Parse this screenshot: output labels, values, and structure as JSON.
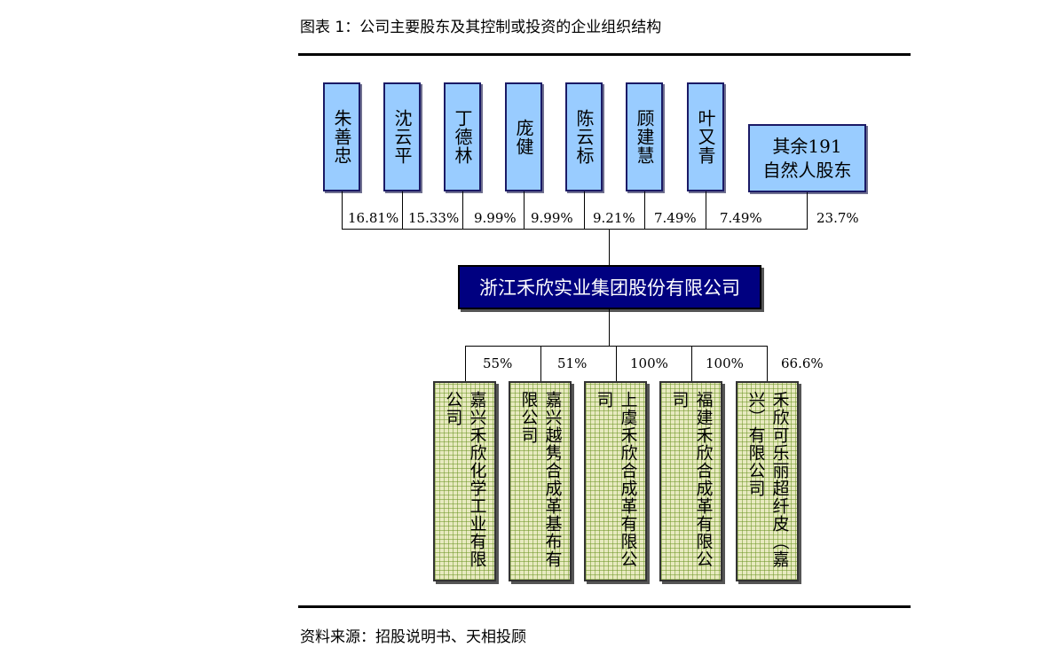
{
  "title": "图表 1：公司主要股东及其控制或投资的企业组织结构",
  "source": "资料来源：招股说明书、天相投顾",
  "shareholders": [
    {
      "name": "朱善忠",
      "pct": "16.81%"
    },
    {
      "name": "沈云平",
      "pct": "15.33%"
    },
    {
      "name": "丁德林",
      "pct": "9.99%"
    },
    {
      "name": "庞健",
      "pct": "9.99%"
    },
    {
      "name": "陈云标",
      "pct": "9.21%"
    },
    {
      "name": "顾建慧",
      "pct": "7.49%"
    },
    {
      "name": "叶又青",
      "pct": "7.49%"
    }
  ],
  "others": {
    "line1": "其余191",
    "line2": "自然人股东",
    "pct": "23.7%"
  },
  "company": "浙江禾欣实业集团股份有限公司",
  "subsidiaries": [
    {
      "name": "嘉兴禾欣化学工业有限公司",
      "pct": "55%"
    },
    {
      "name": "嘉兴越隽合成革基布有限公司",
      "pct": "51%"
    },
    {
      "name": "上虞禾欣合成革有限公司",
      "pct": "100%"
    },
    {
      "name": "福建禾欣合成革有限公司",
      "pct": "100%"
    },
    {
      "name": "禾欣可乐丽超纤皮（嘉兴）有限公司",
      "pct": "66.6%"
    }
  ]
}
